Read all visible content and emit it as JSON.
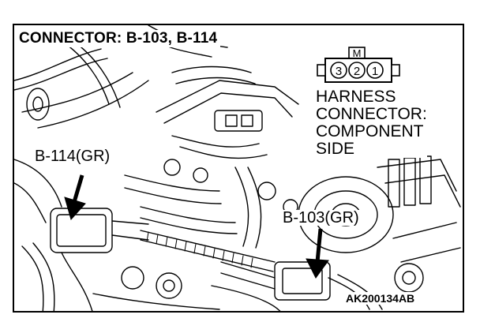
{
  "title": "CONNECTOR: B-103, B-114",
  "harness": {
    "line1": "HARNESS",
    "line2": "CONNECTOR:",
    "line3": "COMPONENT",
    "line4": "SIDE",
    "top_label": "M",
    "pins": [
      "3",
      "2",
      "1"
    ]
  },
  "callouts": {
    "b114": "B-114(GR)",
    "b103": "B-103(GR)"
  },
  "figure_code": "AK200134AB",
  "icons": [
    "connector-pinout-icon",
    "pointer-arrow-icon"
  ]
}
